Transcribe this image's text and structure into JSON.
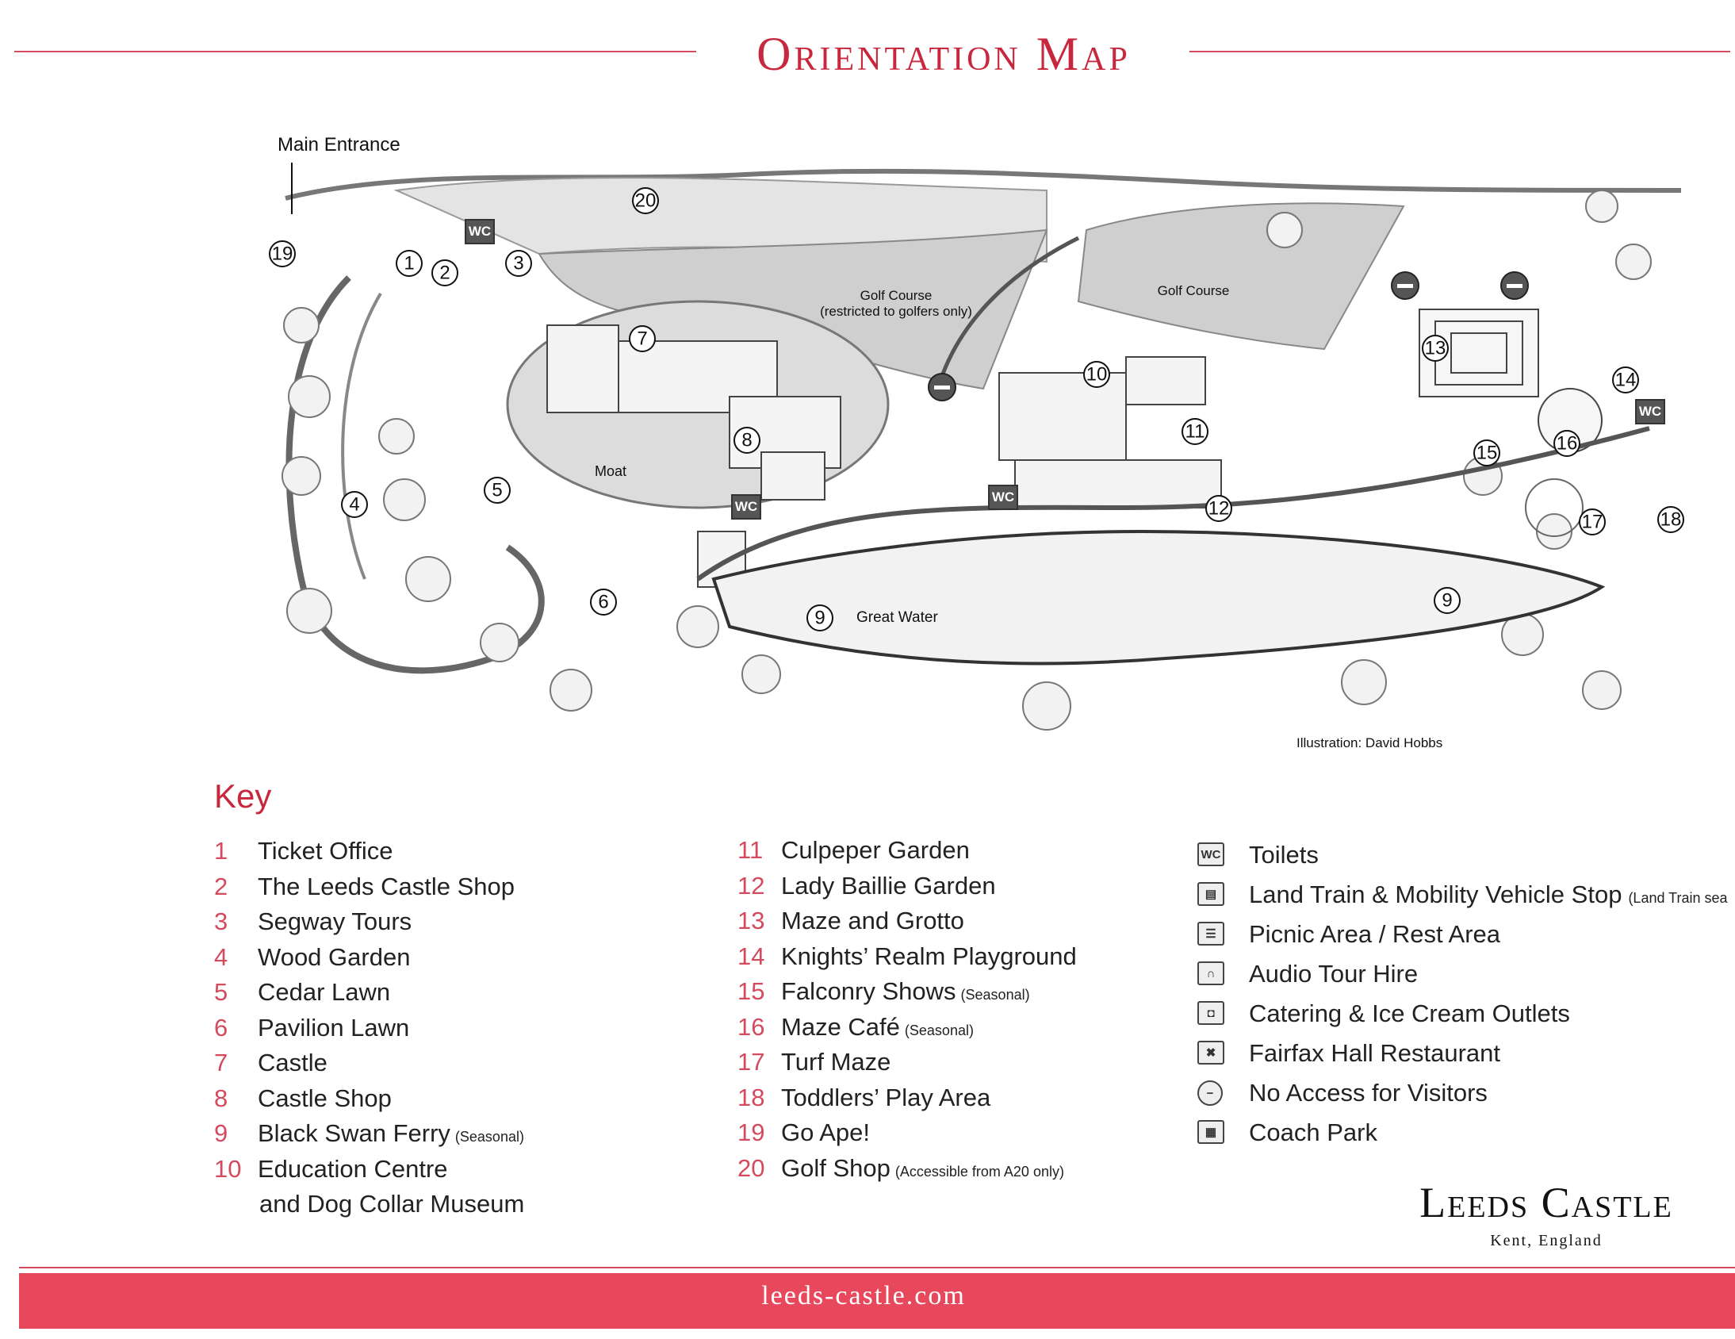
{
  "header": {
    "title": "Orientation Map"
  },
  "map": {
    "labels": {
      "main_entrance": "Main Entrance",
      "golf_course_1": "Golf Course",
      "golf_course_1_note": "(restricted to golfers only)",
      "golf_course_2": "Golf Course",
      "moat": "Moat",
      "great_water": "Great Water",
      "credit": "Illustration: David Hobbs"
    },
    "markers": [
      "1",
      "2",
      "3",
      "4",
      "5",
      "6",
      "7",
      "8",
      "9",
      "9",
      "10",
      "11",
      "12",
      "13",
      "14",
      "15",
      "16",
      "17",
      "18",
      "19",
      "20"
    ],
    "symbols": {
      "wc": "WC"
    }
  },
  "key": {
    "title": "Key",
    "left_items": [
      {
        "num": "1",
        "label": "Ticket Office",
        "note": ""
      },
      {
        "num": "2",
        "label": "The Leeds Castle Shop",
        "note": ""
      },
      {
        "num": "3",
        "label": "Segway Tours",
        "note": ""
      },
      {
        "num": "4",
        "label": "Wood Garden",
        "note": ""
      },
      {
        "num": "5",
        "label": "Cedar Lawn",
        "note": ""
      },
      {
        "num": "6",
        "label": "Pavilion Lawn",
        "note": ""
      },
      {
        "num": "7",
        "label": "Castle",
        "note": ""
      },
      {
        "num": "8",
        "label": "Castle Shop",
        "note": ""
      },
      {
        "num": "9",
        "label": "Black Swan Ferry",
        "note": "(Seasonal)"
      },
      {
        "num": "10",
        "label": "Education Centre",
        "note": ""
      }
    ],
    "left_continuation": "and Dog Collar Museum",
    "mid_items": [
      {
        "num": "11",
        "label": "Culpeper Garden",
        "note": ""
      },
      {
        "num": "12",
        "label": "Lady Baillie Garden",
        "note": ""
      },
      {
        "num": "13",
        "label": "Maze and Grotto",
        "note": ""
      },
      {
        "num": "14",
        "label": "Knights’ Realm Playground",
        "note": ""
      },
      {
        "num": "15",
        "label": "Falconry Shows",
        "note": "(Seasonal)"
      },
      {
        "num": "16",
        "label": "Maze Café",
        "note": "(Seasonal)"
      },
      {
        "num": "17",
        "label": "Turf Maze",
        "note": ""
      },
      {
        "num": "18",
        "label": "Toddlers’ Play Area",
        "note": ""
      },
      {
        "num": "19",
        "label": "Go Ape!",
        "note": ""
      },
      {
        "num": "20",
        "label": "Golf Shop",
        "note": "(Accessible from A20 only)"
      }
    ],
    "legend": [
      {
        "icon": "wc-icon",
        "symbol": "WC",
        "label": "Toilets",
        "note": ""
      },
      {
        "icon": "land-train-icon",
        "symbol": "",
        "label": "Land Train & Mobility Vehicle Stop",
        "note": "(Land Train sea"
      },
      {
        "icon": "picnic-table-icon",
        "symbol": "",
        "label": "Picnic Area / Rest Area",
        "note": ""
      },
      {
        "icon": "headphones-icon",
        "symbol": "",
        "label": "Audio Tour Hire",
        "note": ""
      },
      {
        "icon": "cup-icon",
        "symbol": "",
        "label": "Catering & Ice Cream Outlets",
        "note": ""
      },
      {
        "icon": "cutlery-icon",
        "symbol": "",
        "label": "Fairfax Hall Restaurant",
        "note": ""
      },
      {
        "icon": "no-entry-icon",
        "symbol": "",
        "label": "No Access for Visitors",
        "note": ""
      },
      {
        "icon": "coach-icon",
        "symbol": "",
        "label": "Coach Park",
        "note": ""
      }
    ]
  },
  "logo": {
    "name": "Leeds Castle",
    "sub": "Kent, England"
  },
  "footer": {
    "url": "leeds-castle.com"
  },
  "colors": {
    "accent": "#c8283e",
    "footer_band": "#e8485c",
    "number": "#d44a5e"
  }
}
